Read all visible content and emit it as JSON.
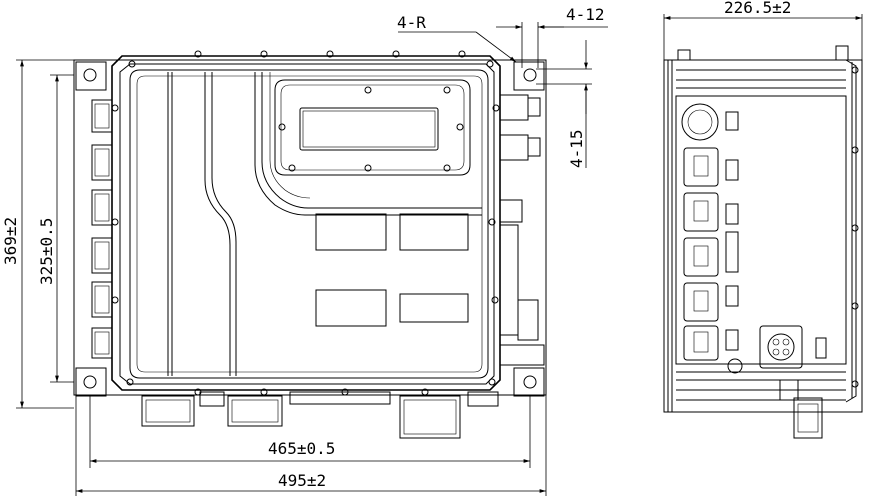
{
  "dimensions": {
    "corner_radius": "4-R",
    "hole_size": "4-12",
    "slot_size": "4-15",
    "side_depth": "226.5±2",
    "overall_height": "369±2",
    "mount_height": "325±0.5",
    "mount_width": "465±0.5",
    "overall_width": "495±2"
  },
  "connector_labels": [
    "",
    ""
  ]
}
